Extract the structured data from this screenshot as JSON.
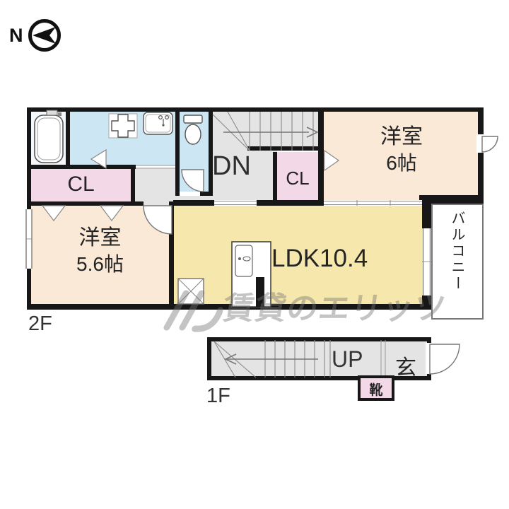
{
  "compass": {
    "label": "N"
  },
  "floor_2f": {
    "label": "2F",
    "room_6": {
      "l1": "洋室",
      "l2": "6帖"
    },
    "room_56": {
      "l1": "洋室",
      "l2": "5.6帖"
    },
    "ldk": "LDK10.4",
    "balcony": "バルコニー",
    "cl_left": "CL",
    "cl_right": "CL",
    "dn": "DN"
  },
  "floor_1f": {
    "label": "1F",
    "up": "UP",
    "entrance": "玄",
    "shoes": "靴"
  },
  "watermark": {
    "text": "賃貸のエリッツ"
  },
  "colors": {
    "wall": "#171717",
    "western_room": "#fbe9d7",
    "ldk": "#f6e8ad",
    "wet_area": "#cde6f3",
    "closet": "#f3d8e8",
    "hall_stairs": "#e4e4e4",
    "balcony_border": "#777777"
  }
}
